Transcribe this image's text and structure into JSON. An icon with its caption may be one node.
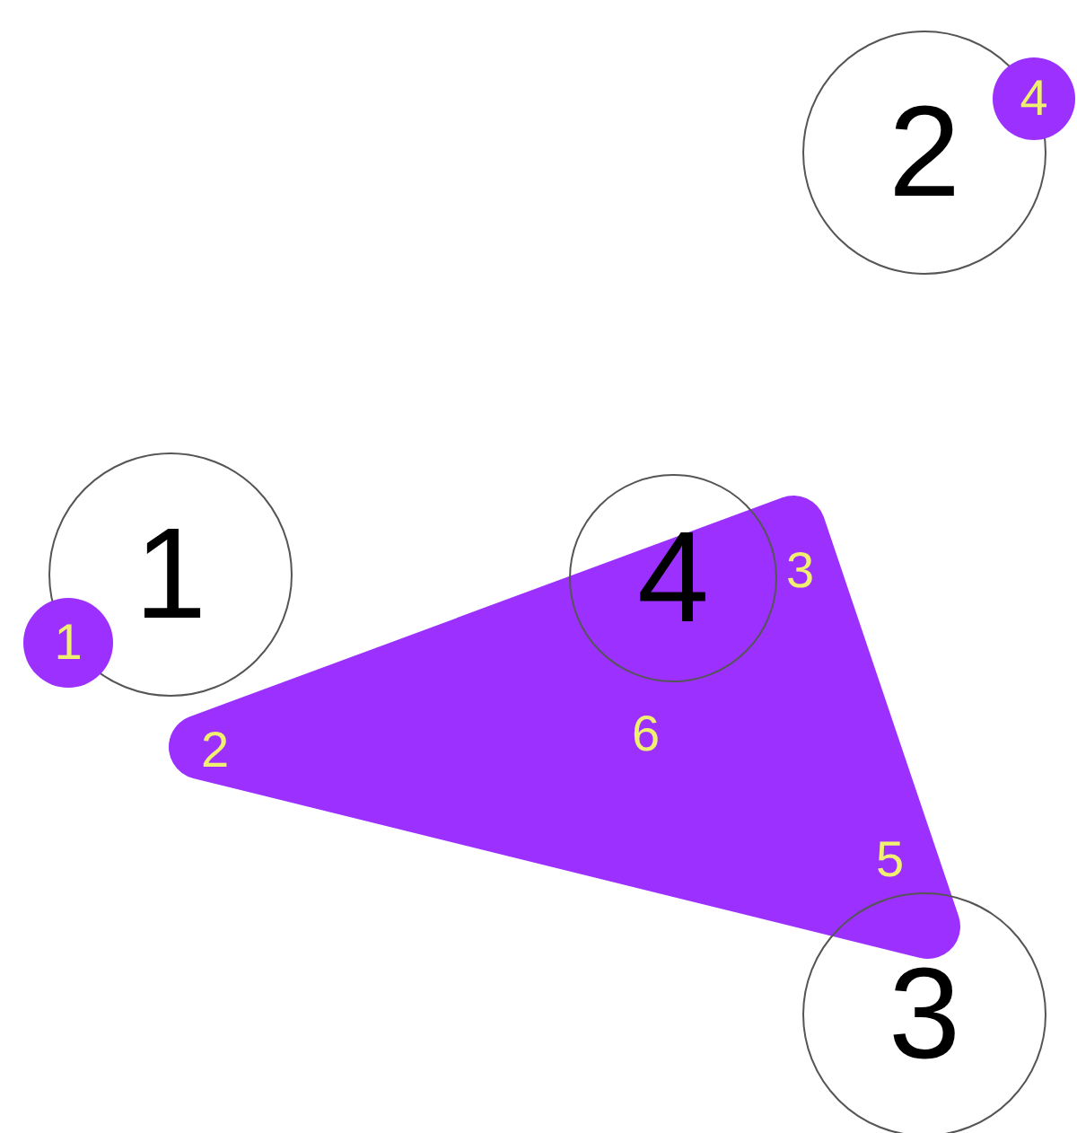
{
  "diagram": {
    "nodes": [
      {
        "text": [
          "2"
        ]
      },
      {
        "text": [
          "4"
        ]
      },
      {
        "text": [
          "1"
        ]
      },
      {
        "text": [
          "4"
        ]
      },
      {
        "text": [
          "3",
          "6",
          "2",
          "5"
        ]
      },
      {
        "text": [
          "1"
        ]
      },
      {
        "text": [
          "3"
        ]
      }
    ]
  }
}
